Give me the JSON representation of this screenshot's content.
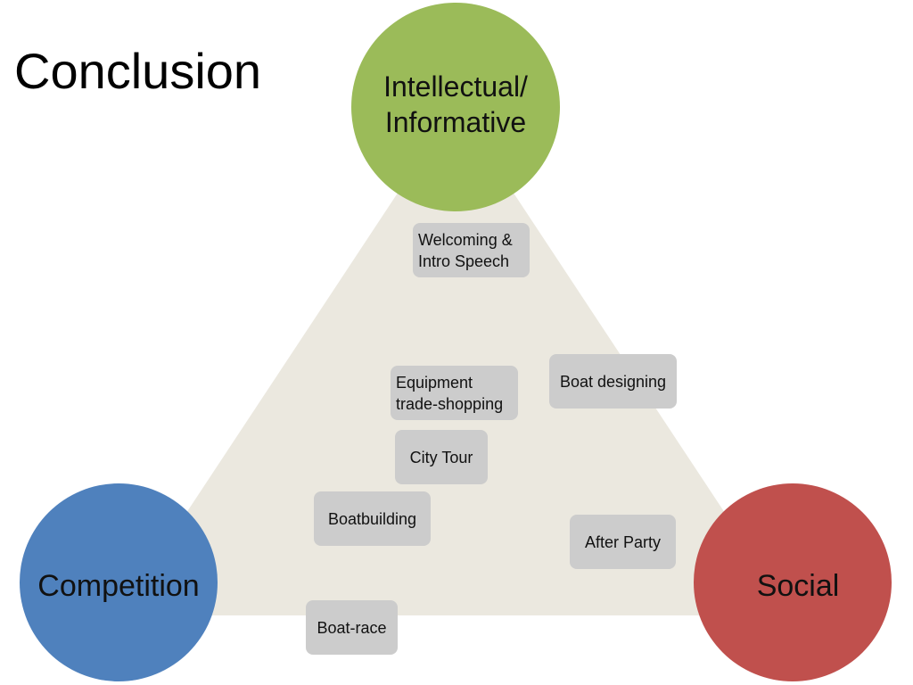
{
  "title": "Conclusion",
  "colors": {
    "background": "#ffffff",
    "triangle": "#ebe8df",
    "intellectual": "#9bbb59",
    "competition": "#4f81bd",
    "social": "#c0504d",
    "activity_box": "#cccccc"
  },
  "circles": {
    "intellectual": "Intellectual/\nInformative",
    "competition": "Competition",
    "social": "Social"
  },
  "activities": [
    "Welcoming &\nIntro Speech",
    "Boat designing",
    "Equipment\ntrade-shopping",
    "City Tour",
    "Boatbuilding",
    "After Party",
    "Boat-race"
  ]
}
